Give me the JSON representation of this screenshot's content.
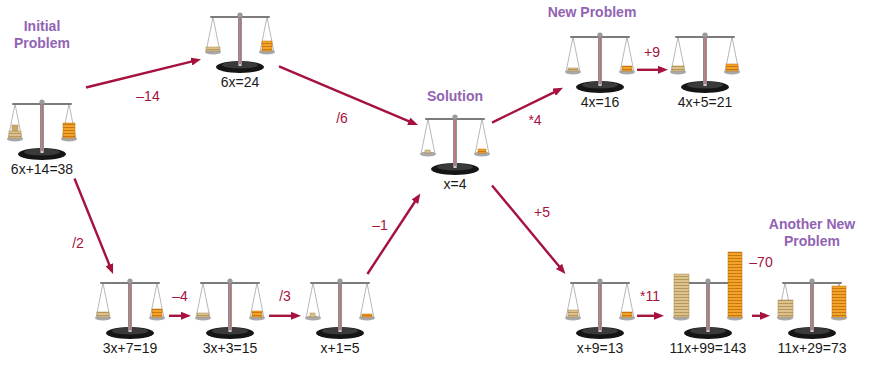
{
  "diagram": {
    "nodes": [
      {
        "text": [
          "Initial Problem",
          "6x+14=38"
        ]
      },
      {
        "text": [
          "6x=24"
        ]
      },
      {
        "text": [
          "Solution",
          "x=4"
        ]
      },
      {
        "text": [
          "3x+7=19"
        ]
      },
      {
        "text": [
          "3x+3=15"
        ]
      },
      {
        "text": [
          "x+1=5"
        ]
      },
      {
        "text": [
          "4x=16"
        ]
      },
      {
        "text": [
          "4x+5=21"
        ]
      },
      {
        "text": [
          "x+9=13"
        ]
      },
      {
        "text": [
          "11x+99=143"
        ]
      },
      {
        "text": [
          "11x+29=73"
        ]
      }
    ],
    "edges": [
      {
        "from": 0,
        "to": 1,
        "arrow": "to",
        "label": "–14"
      },
      {
        "from": 1,
        "to": 2,
        "arrow": "to",
        "label": "/6"
      },
      {
        "from": 0,
        "to": 3,
        "arrow": "to",
        "label": "/2"
      },
      {
        "from": 3,
        "to": 4,
        "arrow": "to",
        "label": "–4"
      },
      {
        "from": 4,
        "to": 5,
        "arrow": "to",
        "label": "/3"
      },
      {
        "from": 5,
        "to": 2,
        "arrow": "to",
        "label": "–1"
      },
      {
        "from": 2,
        "to": 6,
        "arrow": "to",
        "label": "*4"
      },
      {
        "from": 6,
        "to": 7,
        "arrow": "to",
        "label": "+5"
      },
      {
        "from": 2,
        "to": 8,
        "arrow": "to",
        "label": "+9"
      },
      {
        "from": 8,
        "to": 9,
        "arrow": "to",
        "label": "*11"
      },
      {
        "from": 9,
        "to": 10,
        "arrow": "to",
        "label": "–70"
      }
    ],
    "labels": [
      "New Problem",
      "Another New Problem"
    ]
  }
}
